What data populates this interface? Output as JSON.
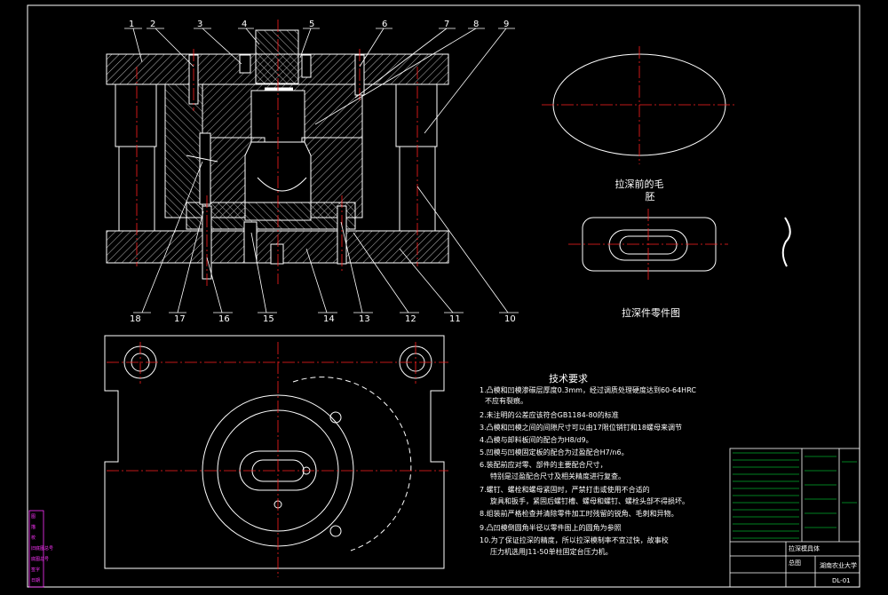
{
  "drawing": {
    "callouts": [
      "1",
      "2",
      "3",
      "4",
      "5",
      "6",
      "7",
      "8",
      "9",
      "10",
      "11",
      "12",
      "13",
      "14",
      "15",
      "16",
      "17",
      "18"
    ],
    "blank_caption_line1": "拉深前的毛",
    "blank_caption_line2": "胚",
    "part_caption": "拉深件零件图",
    "tech_title": "技术要求",
    "tech_notes": [
      "1.凸模和凹模渗碳层厚度0.3mm，经过调质处理硬度达到60-64HRC",
      "不应有裂痕。",
      "2.未注明的公差应该符合GB1184-80的标准",
      "3.凸模和凹模之间的间隙尺寸可以由17限位销钉和18螺母来调节",
      "4.凸模与卸料板间的配合为H8/d9。",
      "5.凹模与凹模固定板的配合为过盈配合H7/n6。",
      "6.装配前应对零、部件的主要配合尺寸，",
      "特别是过盈配合尺寸及相关精度进行复查。",
      "7.螺钉、螺栓和螺母紧固时，严禁打击或使用不合适的",
      "旋具和扳手，紧固后螺钉槽、螺母和螺钉、螺栓头部不得损坏。",
      "8.组装前严格检查并清除零件加工时残留的锐角、毛刺和异物。",
      "9.凸凹模倒圆角半径以零件图上的圆角为参照",
      "10.为了保证拉深的精度，所以拉深模制率不宜过快，故事校",
      "压力机选用J11-50单柱固定台压力机。"
    ],
    "title_block": {
      "drawing_name": "拉深模具体",
      "sub_name": "总图",
      "school": "湖南农业大学",
      "drawing_no": "DL-01"
    },
    "side_table_labels": [
      "图",
      "描",
      "校",
      "旧底图总号",
      "底图总号",
      "签字",
      "日期"
    ]
  },
  "colors": {
    "outline": "#ffffff",
    "centerline": "#ff2020",
    "hatch": "#ffffff",
    "green": "#00ff40",
    "magenta": "#ff33ff",
    "yellow": "#ffff00",
    "background": "#000000"
  }
}
